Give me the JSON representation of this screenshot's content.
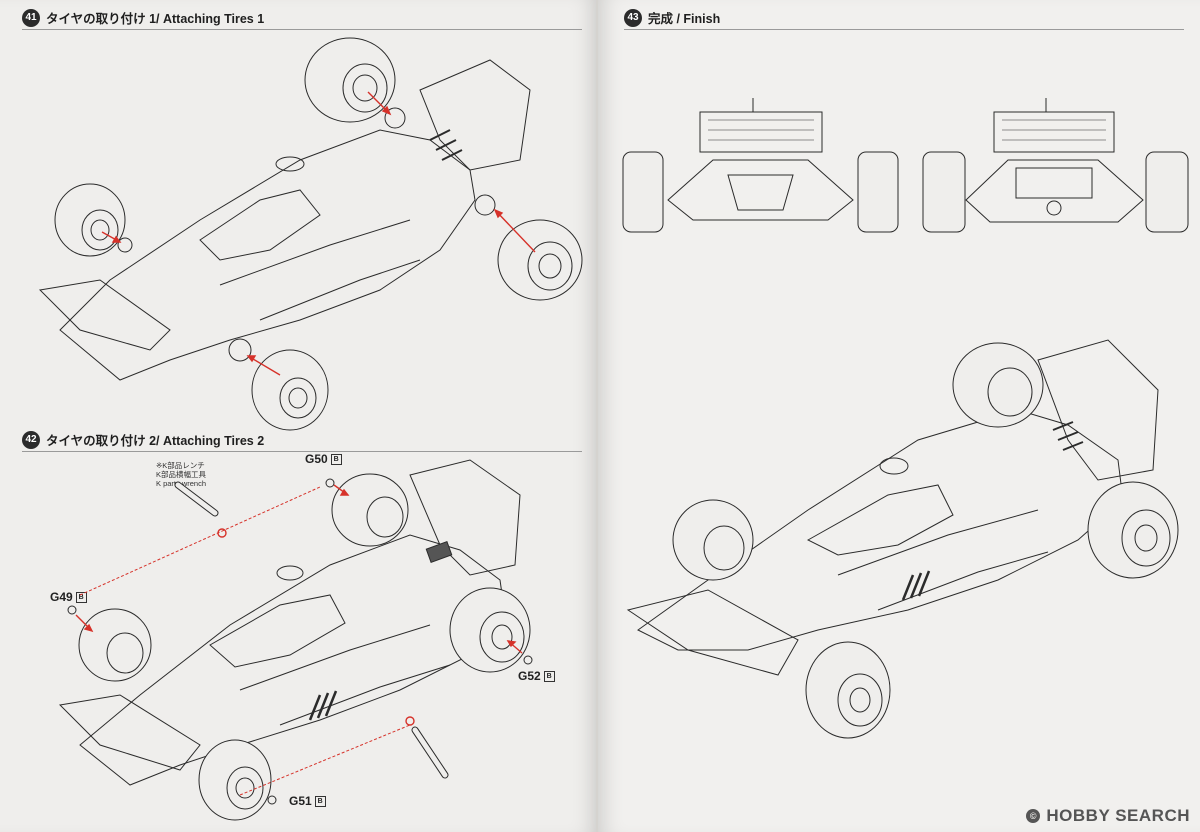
{
  "steps": [
    {
      "number": "41",
      "title": "タイヤの取り付け 1/ Attaching Tires 1"
    },
    {
      "number": "42",
      "title": "タイヤの取り付け 2/ Attaching Tires 2"
    },
    {
      "number": "43",
      "title": "完成 / Finish"
    }
  ],
  "parts": {
    "g49": {
      "code": "G49",
      "runner": "B"
    },
    "g50": {
      "code": "G50",
      "runner": "B"
    },
    "g51": {
      "code": "G51",
      "runner": "B"
    },
    "g52": {
      "code": "G52",
      "runner": "B"
    }
  },
  "wrench_note": {
    "line1": "※K部品レンチ",
    "line2": "K部品横幅工具",
    "line3": "K parts wrench"
  },
  "watermark": {
    "text": "HOBBY SEARCH",
    "icon": "copyright-icon"
  },
  "colors": {
    "paper": "#efeeec",
    "ink": "#2b2b2b",
    "arrow": "#d6322a"
  }
}
